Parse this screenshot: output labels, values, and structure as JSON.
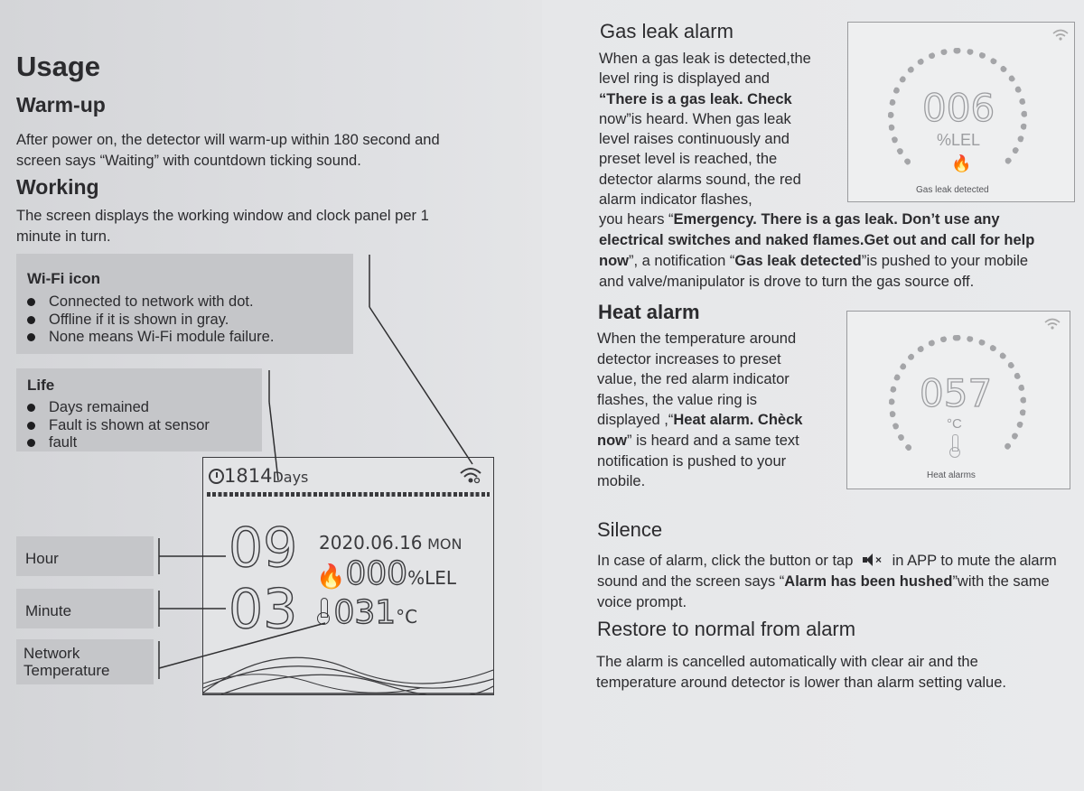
{
  "left": {
    "title": "Usage",
    "warmup_heading": "Warm-up",
    "warmup_text_1": "After power on, the detector will warm-up within 180 second and",
    "warmup_text_2": "screen says “Waiting” with countdown ticking sound.",
    "working_heading": "Working",
    "working_text_1": "The screen displays the working window and clock panel per 1",
    "working_text_2": "minute in turn.",
    "wifi_title": "Wi-Fi icon",
    "wifi_items": [
      "Connected to network with dot.",
      "Offline if it is shown in gray.",
      "None means Wi-Fi module failure."
    ],
    "life_title": "Life",
    "life_items": [
      "Days remained",
      "Fault is shown at sensor",
      "fault"
    ],
    "label_hour": "Hour",
    "label_minute": "Minute",
    "label_net_1": "Network",
    "label_net_2": "Temperature",
    "lcd": {
      "days": "1814",
      "days_unit": "Days",
      "hour": "09",
      "minute": "03",
      "date": "2020.06.16",
      "weekday": "MON",
      "gas_value": "000",
      "gas_unit": "%LEL",
      "temp_value": "031",
      "temp_unit": "°C"
    }
  },
  "right": {
    "gas_heading": "Gas leak alarm",
    "gas_lines": [
      "When a gas leak is detected,the",
      "level ring is displayed and",
      "“There is a gas leak. Check",
      "now”is heard. When gas leak",
      "level raises continuously and",
      "preset level is reached, the",
      "detector alarms sound, the red",
      "alarm indicator flashes,"
    ],
    "gas_wide_1a": "you hears “",
    "gas_wide_1b": "Emergency. There is a gas leak. Don’t use any",
    "gas_wide_2": "electrical switches and naked flames.Get out and call for help",
    "gas_wide_3a": "now",
    "gas_wide_3b": "”, a notification “",
    "gas_wide_3c": "Gas leak detected",
    "gas_wide_3d": "”is pushed to your mobile",
    "gas_wide_4": "and valve/manipulator is drove to turn the gas source off.",
    "gas_screen": {
      "value": "006",
      "unit": "%LEL",
      "caption": "Gas leak detected"
    },
    "heat_heading": "Heat alarm",
    "heat_lines": [
      "When the temperature around",
      "detector increases to preset",
      "value, the red alarm indicator",
      "flashes, the value ring is"
    ],
    "heat_l5a": "displayed ,“",
    "heat_l5b": "Heat alarm. Chèck",
    "heat_l6a": "now",
    "heat_l6b": "” is heard and a same text",
    "heat_l7": "notification is pushed to your",
    "heat_l8": "mobile.",
    "heat_screen": {
      "value": "057",
      "unit": "°C",
      "caption": "Heat alarms"
    },
    "silence_heading": "Silence",
    "silence_1a": "In case of alarm, click the button or tap",
    "silence_1b": "in APP to mute the alarm",
    "silence_2a": "sound and the screen says “",
    "silence_2b": "Alarm has been hushed",
    "silence_2c": "”with the same",
    "silence_3": "voice prompt.",
    "restore_heading": "Restore to normal from alarm",
    "restore_1": "The alarm is cancelled automatically with clear air and the",
    "restore_2": "temperature around detector is lower than alarm setting value."
  },
  "icons": [
    "wifi-icon",
    "clock-icon",
    "flame-icon",
    "thermometer-icon",
    "mute-speaker-icon"
  ]
}
